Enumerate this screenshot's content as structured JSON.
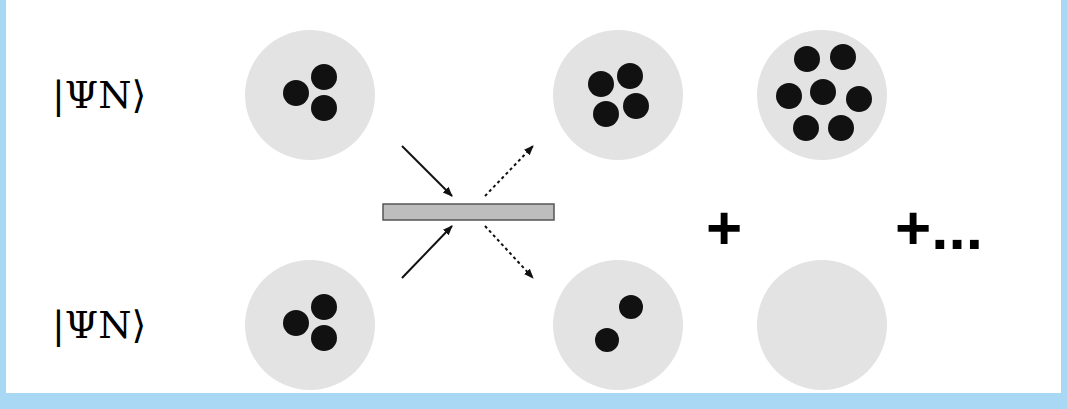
{
  "diagram": {
    "labels": [
      "|ΨN⟩",
      "|ΨN⟩",
      "+",
      "+..."
    ]
  }
}
